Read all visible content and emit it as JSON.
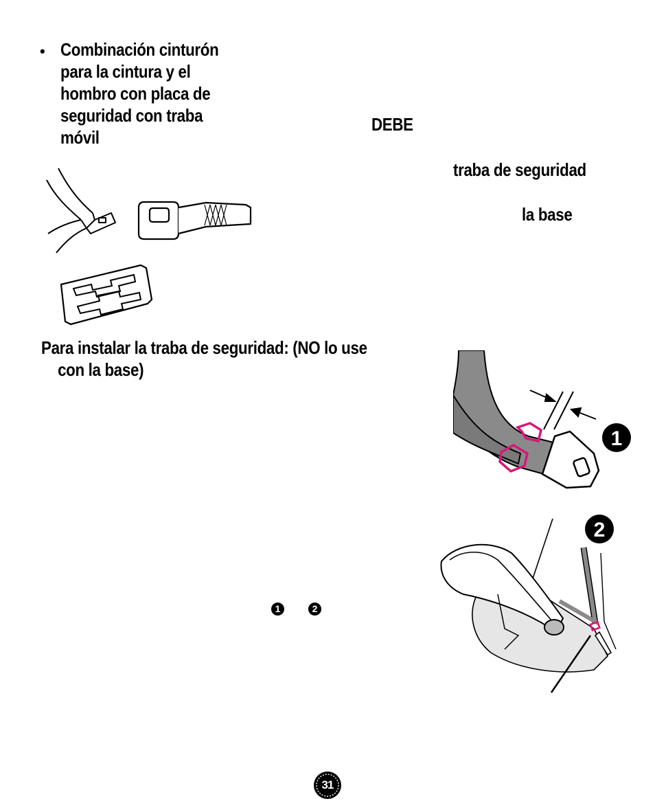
{
  "bullet": {
    "symbol": "•",
    "lines": [
      "Combinación cinturón",
      "para la cintura y el",
      "hombro con placa de",
      "seguridad con traba",
      "móvil"
    ]
  },
  "fragments": {
    "debe": "DEBE",
    "traba": "traba de seguridad",
    "la_base": "la base"
  },
  "heading": {
    "line1": "Para instalar la traba de seguridad: (NO lo use",
    "line2": "con la base)"
  },
  "steps": {
    "one": "1",
    "two": "2"
  },
  "figures": {
    "step1_label": "1",
    "step2_label": "2"
  },
  "page_number": "31",
  "colors": {
    "text": "#000000",
    "accent_clip": "#d6187a",
    "belt_gray": "#8a8a8a"
  }
}
